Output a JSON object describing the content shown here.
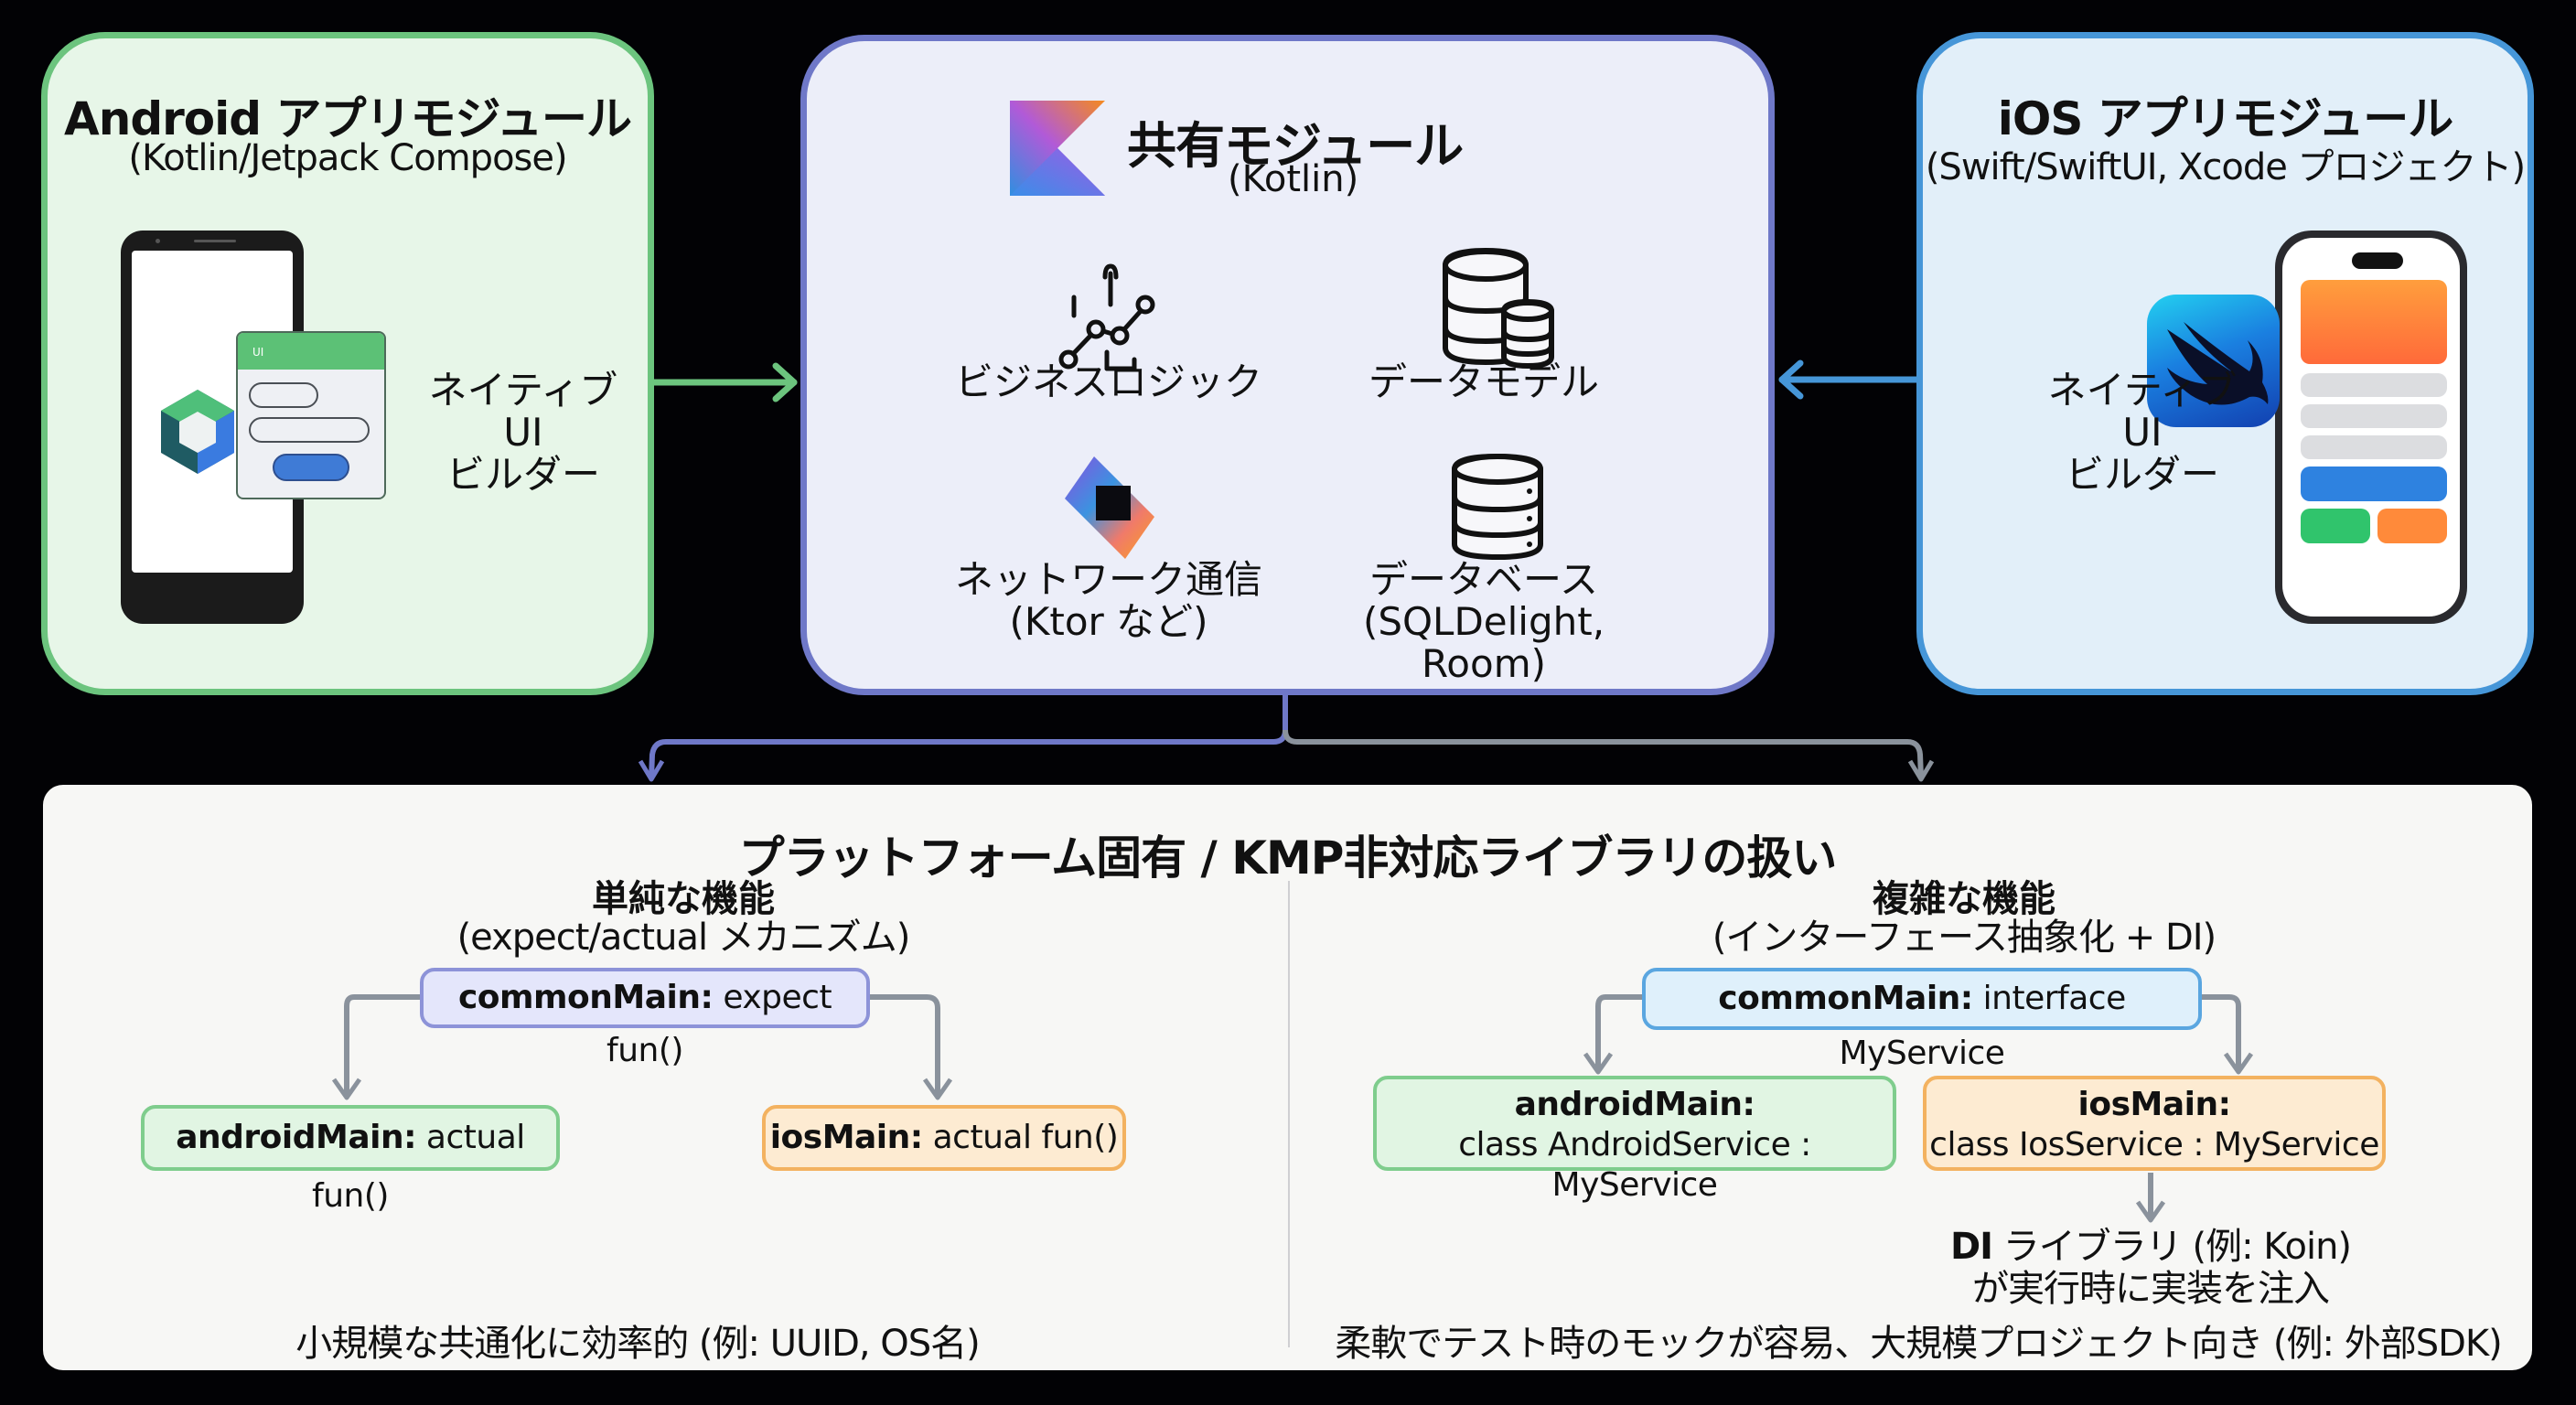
{
  "android_module": {
    "title": "Android アプリモジュール",
    "subtitle": "(Kotlin/Jetpack Compose)",
    "ui_card_header": "UI",
    "side_label_line1": "ネイティブ UI",
    "side_label_line2": "ビルダー",
    "icons": [
      "android-phone-icon",
      "jetpack-compose-icon",
      "ui-builder-card-icon"
    ]
  },
  "shared_module": {
    "title": "共有モジュール",
    "subtitle": "(Kotlin)",
    "features": [
      {
        "icon": "business-logic-graph-icon",
        "label_line1": "ビジネスロジック",
        "label_line2": ""
      },
      {
        "icon": "data-model-database-icon",
        "label_line1": "データモデル",
        "label_line2": ""
      },
      {
        "icon": "ktor-icon",
        "label_line1": "ネットワーク通信",
        "label_line2": "(Ktor など)"
      },
      {
        "icon": "database-icon",
        "label_line1": "データベース",
        "label_line2": "(SQLDelight, Room)"
      }
    ]
  },
  "ios_module": {
    "title": "iOS アプリモジュール",
    "subtitle": "(Swift/SwiftUI, Xcode プロジェクト)",
    "side_label_line1": "ネイティブ UI",
    "side_label_line2": "ビルダー",
    "icons": [
      "iphone-icon",
      "swiftui-icon"
    ]
  },
  "colors": {
    "android": "#6cc47e",
    "shared": "#6f78c8",
    "ios": "#4696d8",
    "connector_gray": "#8a929c",
    "background": "#020205"
  },
  "platform_section": {
    "title": "プラットフォーム固有 / KMP非対応ライブラリの扱い",
    "simple": {
      "heading": "単純な機能",
      "subheading": "(expect/actual メカニズム)",
      "common_bold": "commonMain:",
      "common_text": " expect fun()",
      "android_bold": "androidMain:",
      "android_text": " actual fun()",
      "ios_bold": "iosMain:",
      "ios_text": " actual fun()",
      "footnote": "小規模な共通化に効率的 (例: UUID, OS名)"
    },
    "complex": {
      "heading": "複雑な機能",
      "subheading": "(インターフェース抽象化 + DI)",
      "common_bold": "commonMain:",
      "common_text": " interface MyService",
      "android_bold": "androidMain:",
      "android_text": "class AndroidService : MyService",
      "ios_bold": "iosMain:",
      "ios_text": "class IosService : MyService",
      "di_bold": "DI",
      "di_line1": " ライブラリ (例: Koin)",
      "di_line2": "が実行時に実装を注入",
      "footnote": "柔軟でテスト時のモックが容易、大規模プロジェクト向き (例: 外部SDK)"
    }
  }
}
